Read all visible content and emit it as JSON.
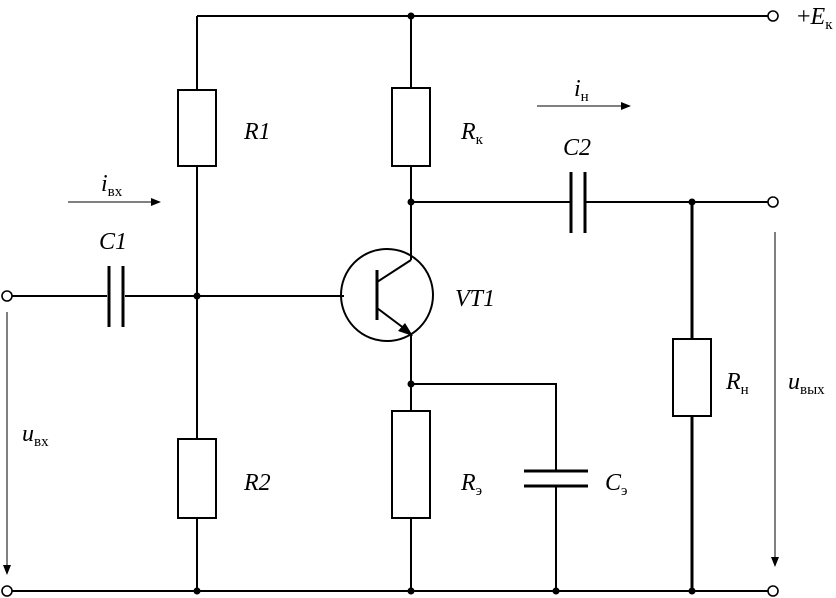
{
  "labels": {
    "supply": {
      "sign": "+",
      "main": "E",
      "sub": "к"
    },
    "r1": "R1",
    "r2": "R2",
    "rk": {
      "main": "R",
      "sub": "к"
    },
    "re": {
      "main": "R",
      "sub": "э"
    },
    "rn": {
      "main": "R",
      "sub": "н"
    },
    "c1": "C1",
    "c2": "C2",
    "ce": {
      "main": "C",
      "sub": "э"
    },
    "vt1": "VT1",
    "i_in": {
      "main": "i",
      "sub": "вх"
    },
    "i_load": {
      "main": "i",
      "sub": "н"
    },
    "u_in": {
      "main": "u",
      "sub": "вх"
    },
    "u_out": {
      "main": "u",
      "sub": "вых"
    }
  }
}
